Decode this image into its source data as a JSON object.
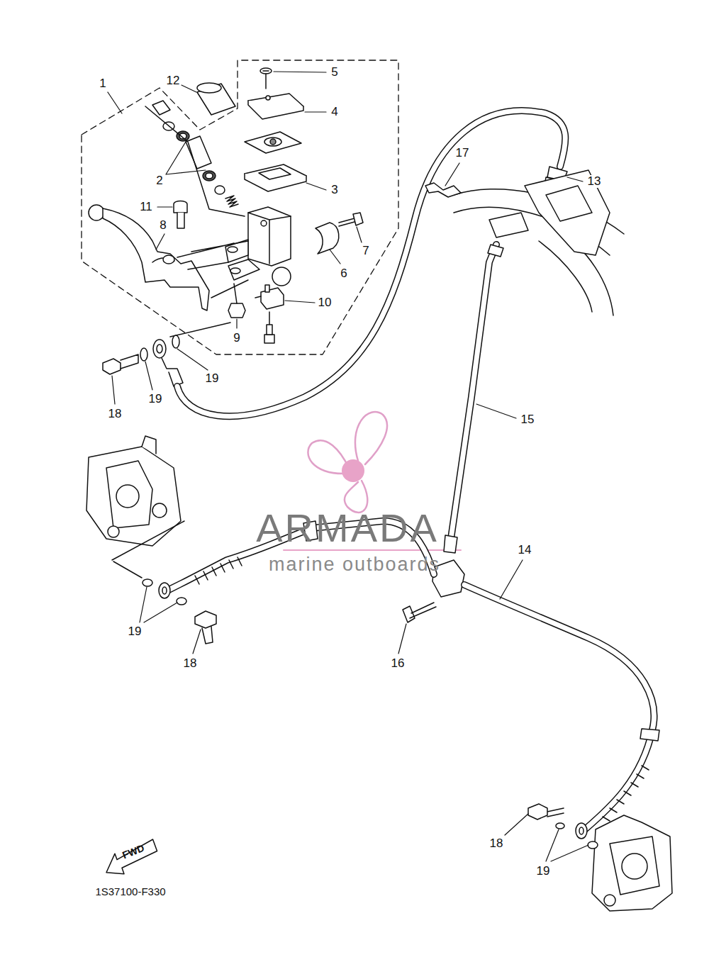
{
  "diagram": {
    "nodes": [
      {
        "text": [
          "FWD"
        ]
      }
    ],
    "labels": [
      "1",
      "12",
      "5",
      "4",
      "2",
      "17",
      "13",
      "3",
      "11",
      "8",
      "7",
      "6",
      "10",
      "9",
      "19",
      "19",
      "18",
      "15",
      "ARMADA",
      "marine outboards",
      "14",
      "19",
      "16",
      "18",
      "18",
      "19",
      "1S37100-F330"
    ]
  }
}
